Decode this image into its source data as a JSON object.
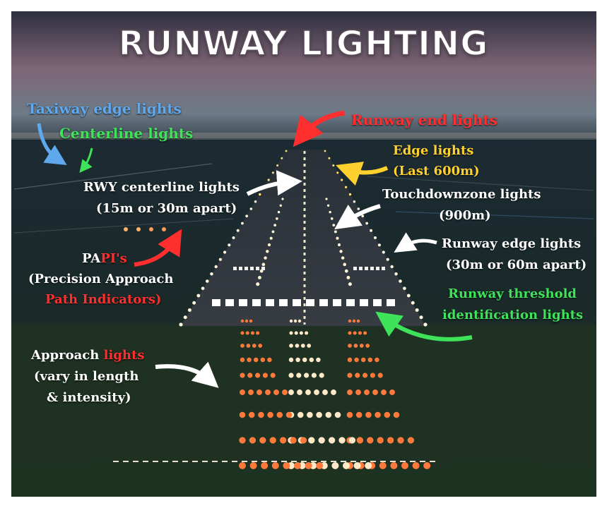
{
  "title": "RUNWAY LIGHTING",
  "colors": {
    "white": "#ffffff",
    "blue": "#5fa8ee",
    "green": "#3fe35a",
    "red": "#ff2f2f",
    "yellow": "#ffd12e"
  },
  "labels": {
    "taxiway_edge": "Taxiway edge lights",
    "centerline": "Centerline lights",
    "runway_end": "Runway end lights",
    "edge_lights": "Edge lights",
    "edge_lights_sub": "(Last 600m)",
    "rwy_centerline": "RWY centerline lights",
    "rwy_centerline_sub": "(15m or 30m apart)",
    "touchdown": "Touchdownzone lights",
    "touchdown_sub": "(900m)",
    "papi_a": "PA",
    "papi_b": "PI's",
    "papi_line2": "(Precision Approach",
    "papi_line3": "Path Indicators)",
    "runway_edge": "Runway edge lights",
    "runway_edge_sub": "(30m or 60m apart)",
    "threshold_line1": "Runway threshold",
    "threshold_line2": "identification lights",
    "approach_a": "Approach ",
    "approach_b": "lights",
    "approach_line2": "(vary in length",
    "approach_line3": "& intensity)"
  }
}
